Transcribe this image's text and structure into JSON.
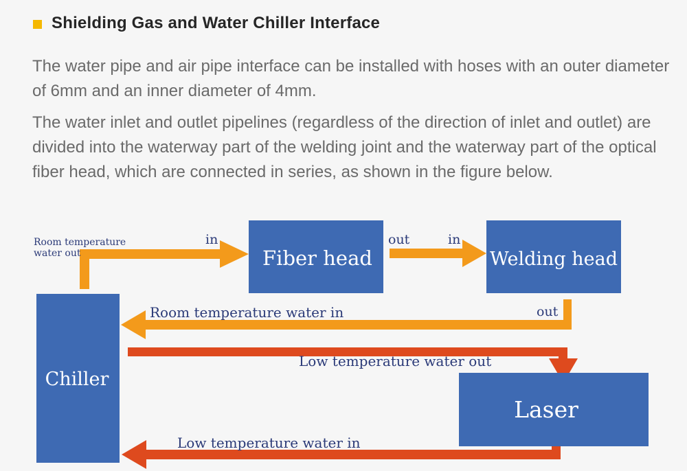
{
  "section": {
    "title": "Shielding Gas and Water Chiller Interface",
    "bullet_color": "#f5b800"
  },
  "paragraphs": [
    "The water pipe and air pipe interface can be installed with hoses with an outer diameter of 6mm and an inner diameter of 4mm.",
    "The water inlet and outlet pipelines (regardless of the direction of inlet and outlet) are divided into the waterway part of the welding joint and the waterway part of the optical fiber head, which are connected in series, as shown in the figure below."
  ],
  "diagram": {
    "colors": {
      "box": "#3e6ab3",
      "room_temp_pipe": "#f39a1b",
      "low_temp_pipe": "#de4a1e",
      "label_text": "#2b3a78"
    },
    "boxes": {
      "fiber_head": "Fiber head",
      "welding_head": "Welding head",
      "chiller": "Chiller",
      "laser": "Laser"
    },
    "labels": {
      "room_temp_water_out_line1": "Room temperature",
      "room_temp_water_out_line2": "water out",
      "fiber_in": "in",
      "fiber_out": "out",
      "welding_in": "in",
      "welding_out": "out",
      "room_temp_water_in": "Room temperature water in",
      "low_temp_water_out": "Low temperature water out",
      "low_temp_water_in": "Low temperature water in"
    }
  }
}
